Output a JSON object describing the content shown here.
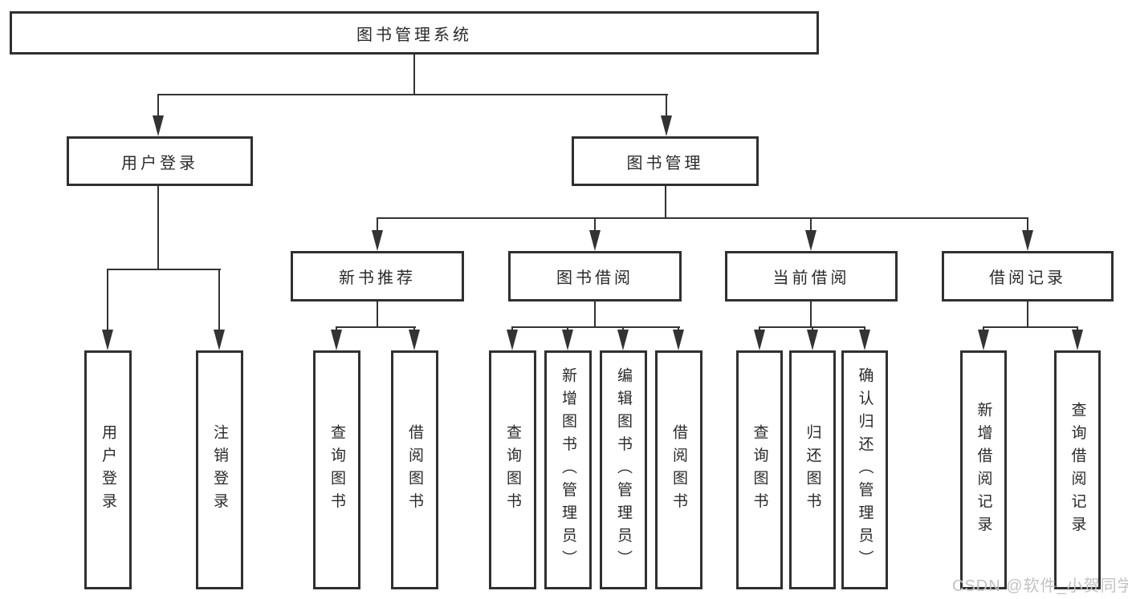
{
  "title": "图书管理系统",
  "level2": [
    {
      "label": "用户登录"
    },
    {
      "label": "图书管理"
    }
  ],
  "level3": [
    {
      "label": "新书推荐"
    },
    {
      "label": "图书借阅"
    },
    {
      "label": "当前借阅"
    },
    {
      "label": "借阅记录"
    }
  ],
  "leaves": {
    "user_login": [
      "用户登录",
      "注销登录"
    ],
    "new_book": [
      "查询图书",
      "借阅图书"
    ],
    "book_borrow": [
      "查询图书",
      "新增图书（管理员）",
      "编辑图书（管理员）",
      "借阅图书"
    ],
    "current_borrow": [
      "查询图书",
      "归还图书",
      "确认归还（管理员）"
    ],
    "borrow_records": [
      "新增借阅记录",
      "查询借阅记录"
    ]
  },
  "watermark": {
    "text": "CSDN @软件_小贺同学"
  },
  "colors": {
    "line": "#333333",
    "box_border": "#303030",
    "text": "#2a2a2a",
    "watermark": "#c2c2c2",
    "background": "#ffffff"
  }
}
